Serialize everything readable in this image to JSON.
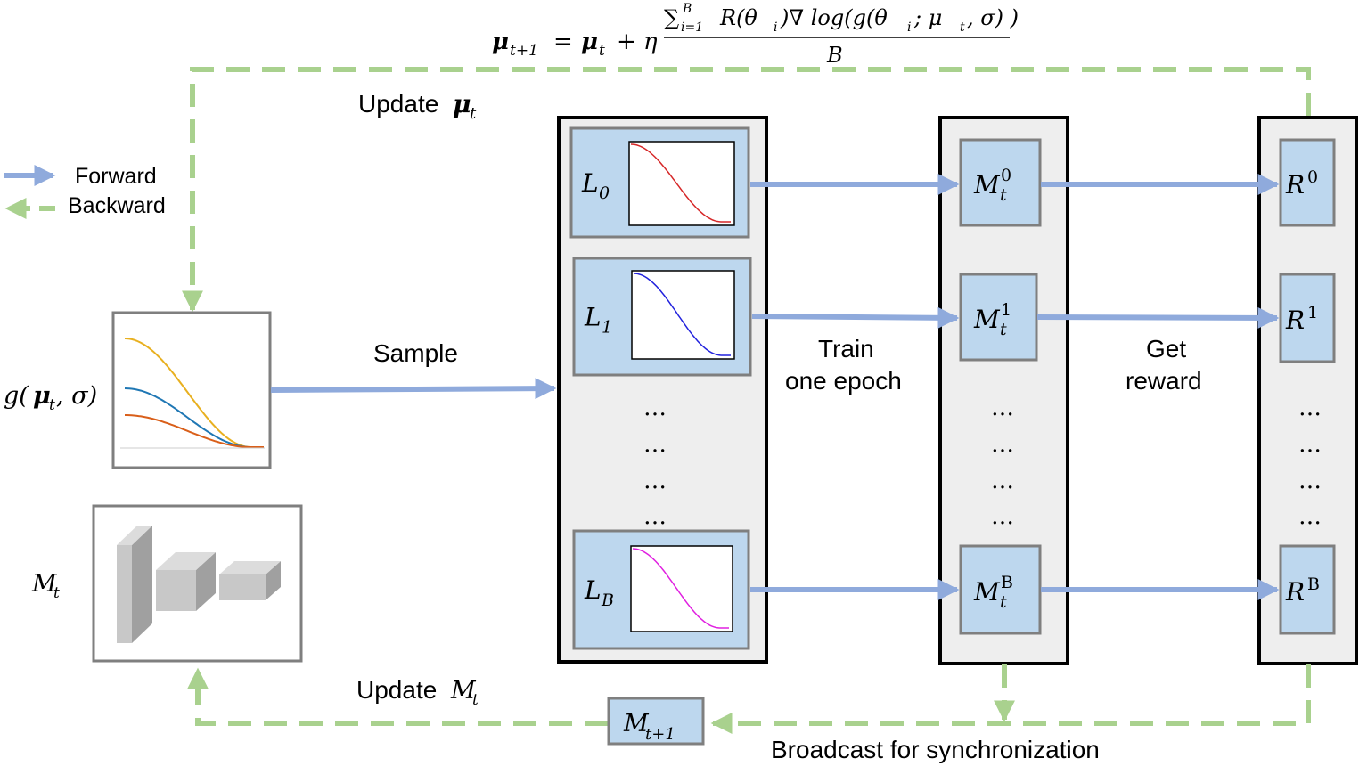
{
  "formula": {
    "lhs": "μ",
    "lhs_sub": "t+1",
    "eq": "=",
    "rhs_mu": "μ",
    "rhs_mu_sub": "t",
    "plus_eta": "+ η",
    "numerator": "∑",
    "num_sum_sup": "B",
    "num_sum_sub": "i=1",
    "numerator_rest": "R(θ",
    "numerator_rest2": ")∇ log(g(θ",
    "numerator_rest3": "; μ",
    "numerator_rest4": ", σ) )",
    "i_sub": "i",
    "t_sub": "t",
    "denominator": "B"
  },
  "legend": {
    "forward": "Forward",
    "backward": "Backward",
    "colors": {
      "forward": "#8faadc",
      "backward": "#a9d18e"
    }
  },
  "labels": {
    "update_mu": "Update ",
    "update_mu_sym": "μ",
    "update_mu_sub": "t",
    "g_label_g": "g(",
    "g_label_mu": "μ",
    "g_label_sub": "t",
    "g_label_rest": ", σ)",
    "m_label": "M",
    "m_label_sub": "t",
    "sample": "Sample",
    "train_line1": "Train",
    "train_line2": "one epoch",
    "reward_line1": "Get",
    "reward_line2": "reward",
    "update_m": "Update ",
    "update_m_sym": "M",
    "update_m_sub": "t",
    "broadcast": "Broadcast for synchronization",
    "m_next": "M",
    "m_next_sub": "t+1",
    "ellipsis": "…"
  },
  "loss_cells": [
    {
      "sym": "L",
      "sub": "0",
      "curve_color": "#d62728"
    },
    {
      "sym": "L",
      "sub": "1",
      "curve_color": "#2222dd"
    },
    {
      "sym": "L",
      "sub": "B",
      "curve_color": "#e020e0"
    }
  ],
  "model_cells": [
    {
      "sym": "M",
      "sub": "t",
      "sup": "0"
    },
    {
      "sym": "M",
      "sub": "t",
      "sup": "1"
    },
    {
      "sym": "M",
      "sub": "t",
      "sup": "B"
    }
  ],
  "reward_cells": [
    {
      "sym": "R",
      "sup": "0"
    },
    {
      "sym": "R",
      "sup": "1"
    },
    {
      "sym": "R",
      "sup": "B"
    }
  ],
  "g_curves": [
    {
      "color": "#e8b020"
    },
    {
      "color": "#1f77b4"
    },
    {
      "color": "#d95f1a"
    }
  ]
}
